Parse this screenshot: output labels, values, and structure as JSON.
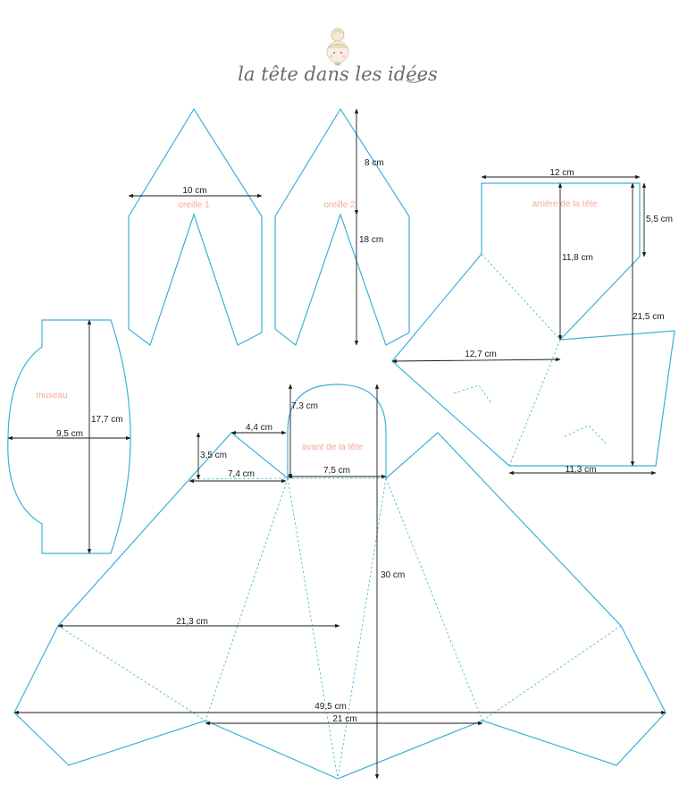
{
  "logo": {
    "text": "la tête dans les idées",
    "icon": "girl-with-bun-icon"
  },
  "colors": {
    "cut_line": "#3fb0d8",
    "part_label": "#f4a79b",
    "dimension": "#1a1a1a",
    "logo": "#6b6b6b"
  },
  "parts": {
    "ear1": "oreille 1",
    "ear2": "oreille 2",
    "back": "arrière de la tête",
    "muzzle": "museau",
    "front": "avant de la tête"
  },
  "dimensions": {
    "ear_width": "10 cm",
    "ear_tip": "8 cm",
    "ear_height": "18 cm",
    "back_width": "12 cm",
    "back_side": "5,5 cm",
    "back_center": "11,8 cm",
    "back_height": "21,5 cm",
    "back_diag": "12,7 cm",
    "back_bottom": "11,3 cm",
    "muzzle_height": "17,7 cm",
    "muzzle_width": "9,5 cm",
    "front_small_width": "4,4 cm",
    "front_small_height": "3,5 cm",
    "front_small_base": "7,4 cm",
    "front_arch_height": "7,3 cm",
    "front_arch_width": "7,5 cm",
    "front_height": "30 cm",
    "front_half": "21,3 cm",
    "front_total": "49,5 cm",
    "front_bottom": "21 cm"
  }
}
